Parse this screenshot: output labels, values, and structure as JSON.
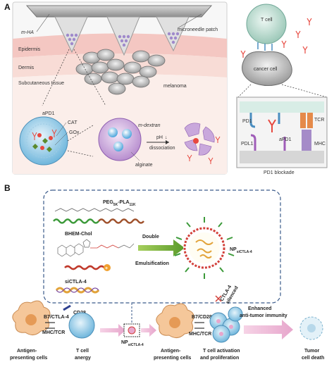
{
  "panel_a": {
    "letter": "A",
    "skin": {
      "mha": "m-HA",
      "patch": "microneedle patch",
      "epidermis": "Epidermis",
      "dermis": "Dermis",
      "subcutaneous": "Subcutaneous tissue",
      "melanoma": "melanoma"
    },
    "particle": {
      "apd1": "aPD1",
      "cat": "CAT",
      "gox": "GOx",
      "mdextran": "m-dextran",
      "alginate": "alginate",
      "ph": "pH",
      "ph_arrow": "↓",
      "dissociation": "dissociation"
    },
    "blockade": {
      "tcell": "T cell",
      "cancer": "cancer cell",
      "pd1": "PD1",
      "pdl1": "PDL1",
      "apd1": "aPD1",
      "tcr": "TCR",
      "mhc": "MHC",
      "caption": "PD1 blockade"
    }
  },
  "panel_b": {
    "letter": "B",
    "peg_label": "PEG",
    "peg_sub": "5K",
    "pla_label": "-PLA",
    "pla_sub": "11K",
    "bhem": "BHEM-Chol",
    "sictla": "siCTLA-4",
    "double": "Double",
    "emulsification": "Emulsification",
    "np_label": "NP",
    "np_sub": "siCTLA-4",
    "cd28": "CD28",
    "b7_ctla": "B7/CTLA-4",
    "mhc_tcr_1": "MHC/TCR",
    "apc_1": "Antigen-\npresenting cells",
    "tcell_anergy": "T cell\nanergy",
    "np_bottom": "NP",
    "np_bottom_sub": "siCTLA-4",
    "apc_2": "Antigen-\npresenting cells",
    "b7_cd28": "B7/CD28",
    "mhc_tcr_2": "MHC/TCR",
    "ctla_silenced": "CTLA-4\nsilenced",
    "activation": "T cell activation\nand proliferation",
    "enhanced": "Enhanced\nanti-tumor immunity",
    "tumor_death": "Tumor\ncell death"
  }
}
